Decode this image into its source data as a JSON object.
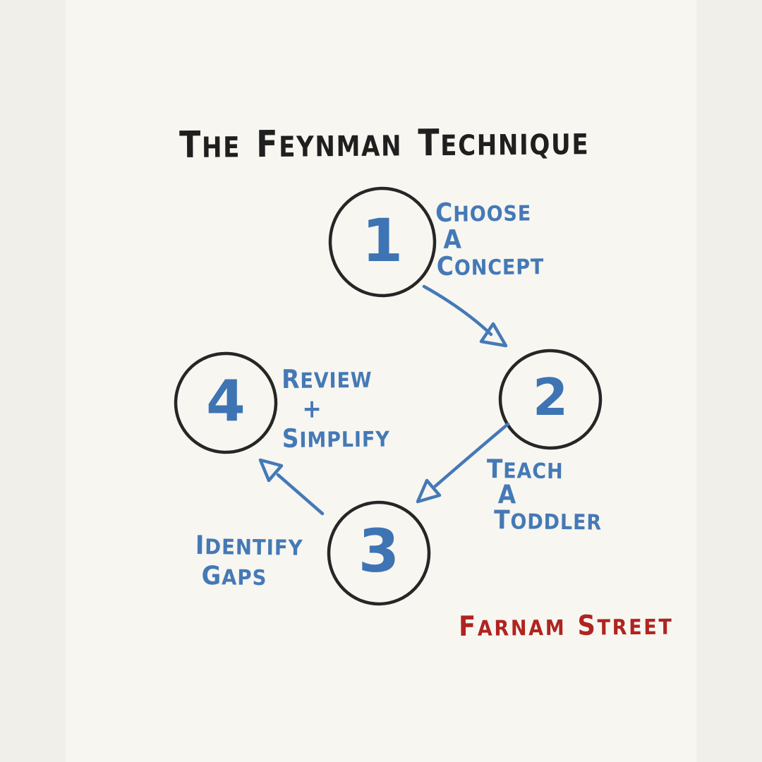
{
  "background": {
    "canvas": "#f7f6f1",
    "side_margins": "#f1efe9"
  },
  "palette": {
    "ink_black": "#1f1f1f",
    "ink_blue": "#4579b6",
    "ink_red": "#b0241f"
  },
  "title": {
    "words": [
      "THE",
      "FEYNMAN",
      "TECHNIQUE"
    ]
  },
  "steps": [
    {
      "number": "1",
      "lines": [
        "CHOOSE",
        "A",
        "CONCEPT"
      ]
    },
    {
      "number": "2",
      "lines": [
        "TEACH",
        "A",
        "TODDLER"
      ]
    },
    {
      "number": "3",
      "lines": [
        "IDENTIFY",
        "GAPS"
      ]
    },
    {
      "number": "4",
      "lines": [
        "REVIEW",
        "+",
        "SIMPLIFY"
      ]
    }
  ],
  "attribution": {
    "words": [
      "FARNAM",
      "STREET"
    ]
  }
}
